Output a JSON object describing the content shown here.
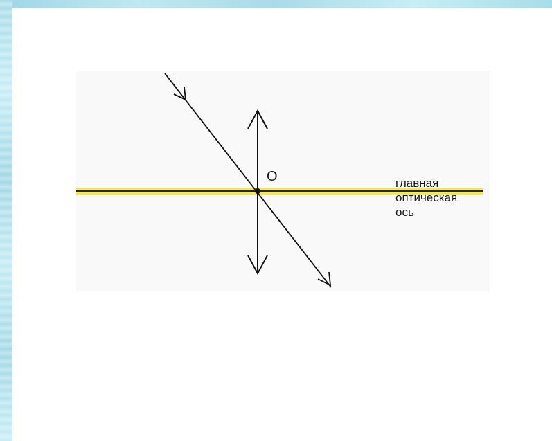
{
  "diagram": {
    "center_label": "O",
    "axis_label_lines": [
      "главная",
      "оптическая",
      "ось"
    ]
  },
  "colors": {
    "optical_axis": "#f0e85a",
    "lines": "#111111",
    "frame": "#a6dbe9"
  }
}
